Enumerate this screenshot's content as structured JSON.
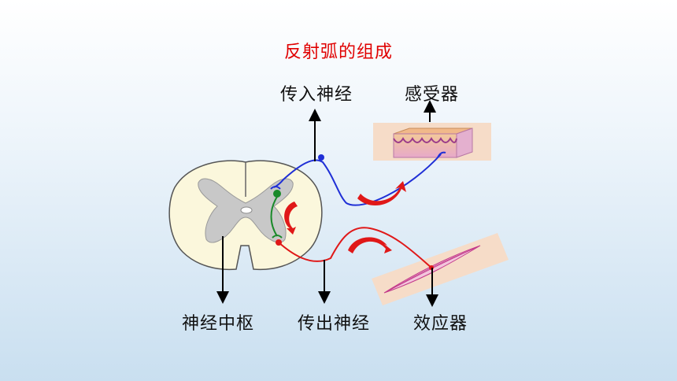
{
  "title": "反射弧的组成",
  "labels": {
    "afferent_nerve": "传入神经",
    "receptor": "感受器",
    "nerve_center": "神经中枢",
    "efferent_nerve": "传出神经",
    "effector": "效应器"
  },
  "colors": {
    "title": "#e00000",
    "afferent_path": "#1f2fd6",
    "efferent_path": "#e01818",
    "interneuron": "#1a8a2a",
    "white_matter": "#fbf7dc",
    "gray_matter": "#c8c8c8",
    "tissue_panel": "#f6dcc8"
  }
}
